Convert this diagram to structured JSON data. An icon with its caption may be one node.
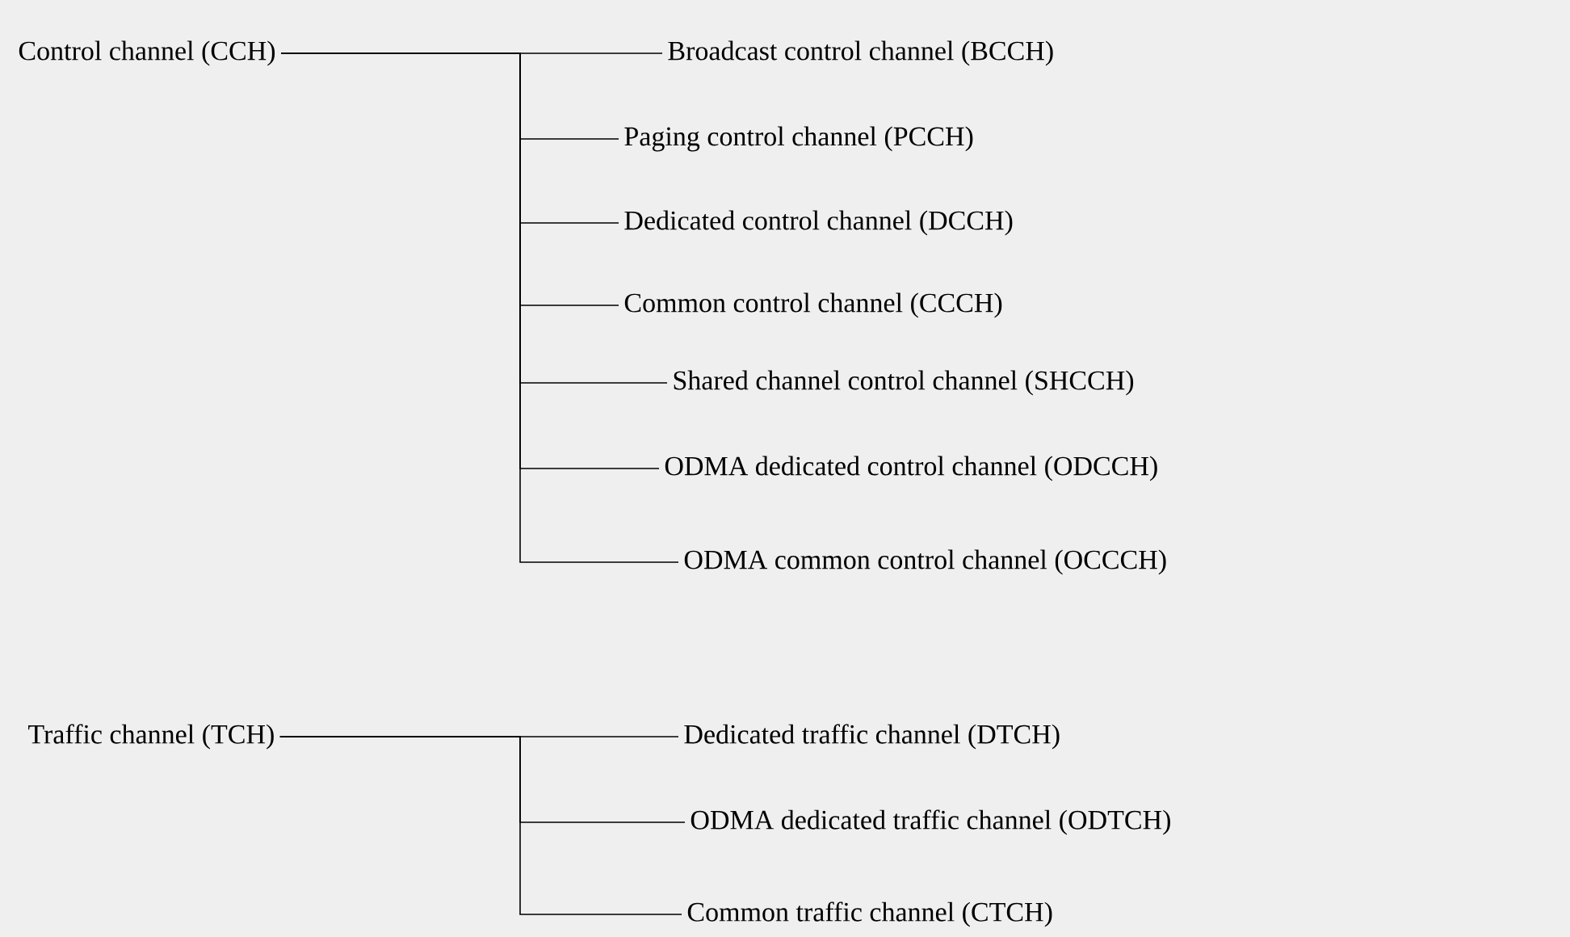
{
  "diagram": {
    "nodes": [
      {
        "text": [
          "Control channel (CCH)"
        ]
      },
      {
        "text": [
          "Broadcast control channel (BCCH)"
        ]
      },
      {
        "text": [
          "Paging control channel (PCCH)"
        ]
      },
      {
        "text": [
          "Dedicated control channel (DCCH)"
        ]
      },
      {
        "text": [
          "Common control channel (CCCH)"
        ]
      },
      {
        "text": [
          "Shared channel control channel (SHCCH)"
        ]
      },
      {
        "text": [
          "ODMA dedicated control channel (ODCCH)"
        ]
      },
      {
        "text": [
          "ODMA common control channel (OCCCH)"
        ]
      },
      {
        "text": [
          "Traffic channel (TCH)"
        ]
      },
      {
        "text": [
          "Dedicated traffic channel (DTCH)"
        ]
      },
      {
        "text": [
          "ODMA dedicated traffic channel (ODTCH)"
        ]
      },
      {
        "text": [
          "Common traffic channel (CTCH)"
        ]
      }
    ],
    "edges": [
      {
        "from": 0,
        "to": 1,
        "arrow": "none"
      },
      {
        "from": 0,
        "to": 2,
        "arrow": "none"
      },
      {
        "from": 0,
        "to": 3,
        "arrow": "none"
      },
      {
        "from": 0,
        "to": 4,
        "arrow": "none"
      },
      {
        "from": 0,
        "to": 5,
        "arrow": "none"
      },
      {
        "from": 0,
        "to": 6,
        "arrow": "none"
      },
      {
        "from": 0,
        "to": 7,
        "arrow": "none"
      },
      {
        "from": 8,
        "to": 9,
        "arrow": "none"
      },
      {
        "from": 8,
        "to": 10,
        "arrow": "none"
      },
      {
        "from": 8,
        "to": 11,
        "arrow": "none"
      }
    ]
  }
}
